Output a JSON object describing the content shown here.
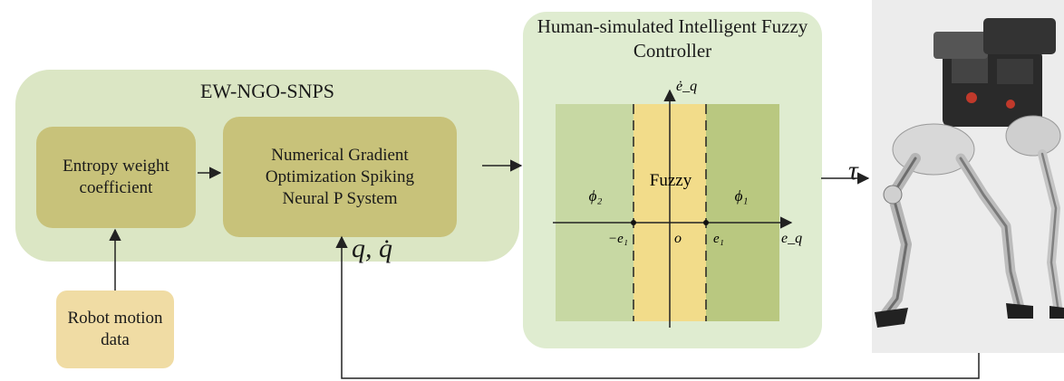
{
  "ew_panel": {
    "title": "EW-NGO-SNPS"
  },
  "entropy_box": {
    "label": "Entropy weight coefficient"
  },
  "ngo_box": {
    "label": "Numerical Gradient Optimization Spiking Neural P System"
  },
  "feedback_label": "q, q̇",
  "robot_data_box": {
    "label": "Robot motion data"
  },
  "fuzzy_panel": {
    "title": "Human-simulated Intelligent Fuzzy Controller",
    "center_label": "Fuzzy",
    "left_region": "ϕ₂",
    "right_region": "ϕ₁",
    "x_axis": "e_q",
    "y_axis": "ė_q",
    "origin": "o",
    "neg_threshold": "−e₁",
    "pos_threshold": "e₁"
  },
  "output_label": "τ",
  "colors": {
    "ew_panel": "#dbe6c4",
    "inner_box": "#c8c27a",
    "robot_data_box": "#f0dca4",
    "fuzzy_panel": "#dfecd0",
    "region_left": "#c7d8a3",
    "region_center": "#f2dc8a",
    "region_right": "#b9c880"
  }
}
